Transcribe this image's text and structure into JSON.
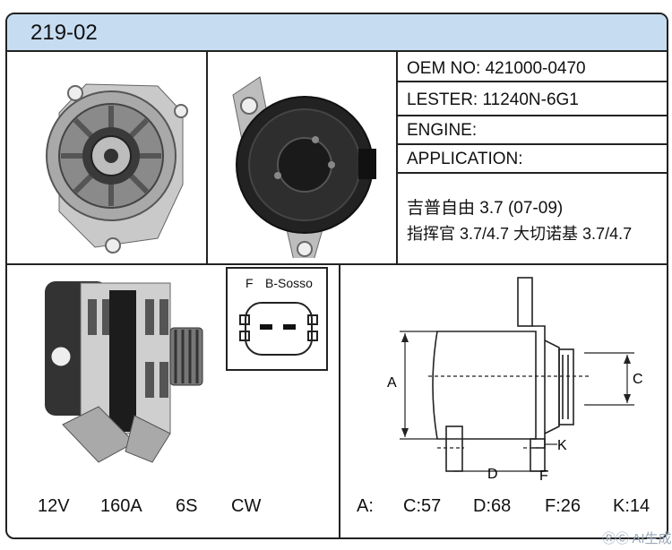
{
  "header": {
    "model": "219-02"
  },
  "specs": {
    "oem": "OEM NO: 421000-0470",
    "lester": "LESTER: 11240N-6G1",
    "engine": "ENGINE:",
    "application": "APPLICATION:",
    "app_line1": "吉普自由 3.7 (07-09)",
    "app_line2": "指挥官 3.7/4.7  大切诺基 3.7/4.7"
  },
  "connector": {
    "pin_f": "F",
    "pin_b": "B-Sosso"
  },
  "electrical": {
    "voltage": "12V",
    "current": "160A",
    "pulley": "6S",
    "rotation": "CW"
  },
  "dimension_labels": {
    "a": "A",
    "c": "C",
    "d": "D",
    "f": "F",
    "k": "K"
  },
  "dimensions": {
    "a": "A:",
    "c": "C:57",
    "d": "D:68",
    "f": "F:26",
    "k": "K:14"
  },
  "watermark": "ⓇⒸ AI生成"
}
